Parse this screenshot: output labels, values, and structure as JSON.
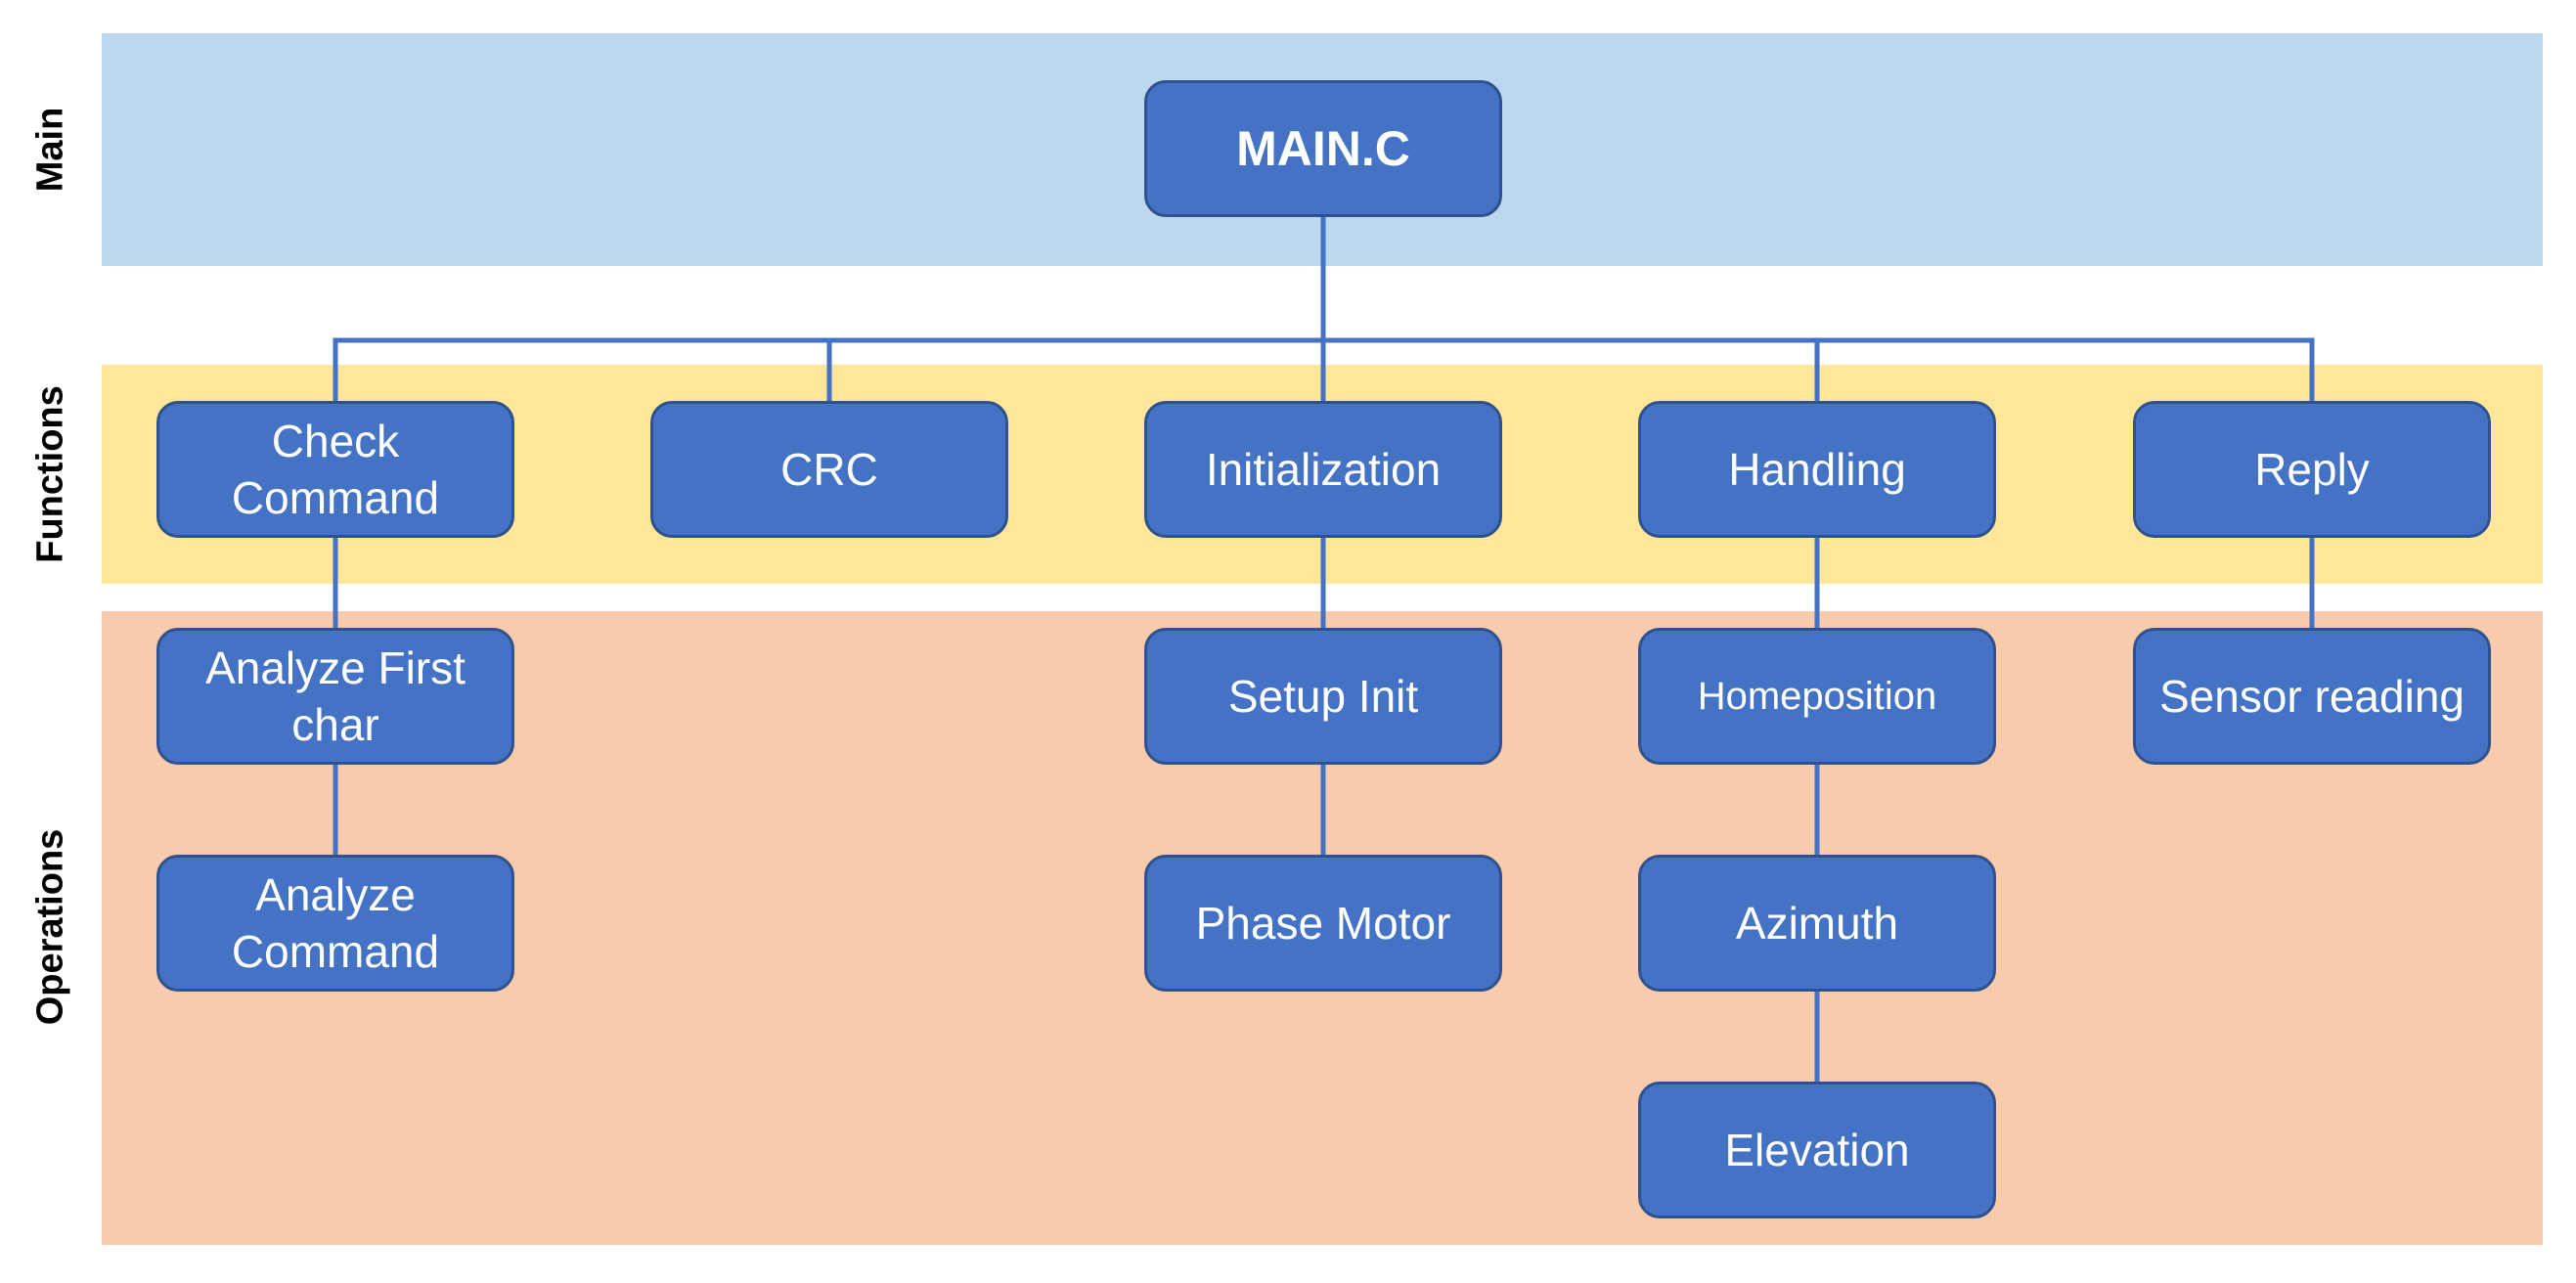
{
  "colors": {
    "main_band": "#bdd7ee",
    "functions_band": "#ffe699",
    "operations_band": "#f8cbad",
    "node_fill": "#4472c4",
    "node_border": "#2f528f",
    "connector": "#4472c4",
    "node_text": "#ffffff"
  },
  "bands": {
    "main": "Main",
    "functions": "Functions",
    "operations": "Operations"
  },
  "nodes": {
    "main_c": "MAIN.C",
    "check_command": "Check Command",
    "crc": "CRC",
    "initialization": "Initialization",
    "handling": "Handling",
    "reply": "Reply",
    "analyze_first_char": "Analyze First char",
    "analyze_command": "Analyze Command",
    "setup_init": "Setup Init",
    "phase_motor": "Phase Motor",
    "homeposition": "Homeposition",
    "azimuth": "Azimuth",
    "elevation": "Elevation",
    "sensor_reading": "Sensor reading"
  }
}
